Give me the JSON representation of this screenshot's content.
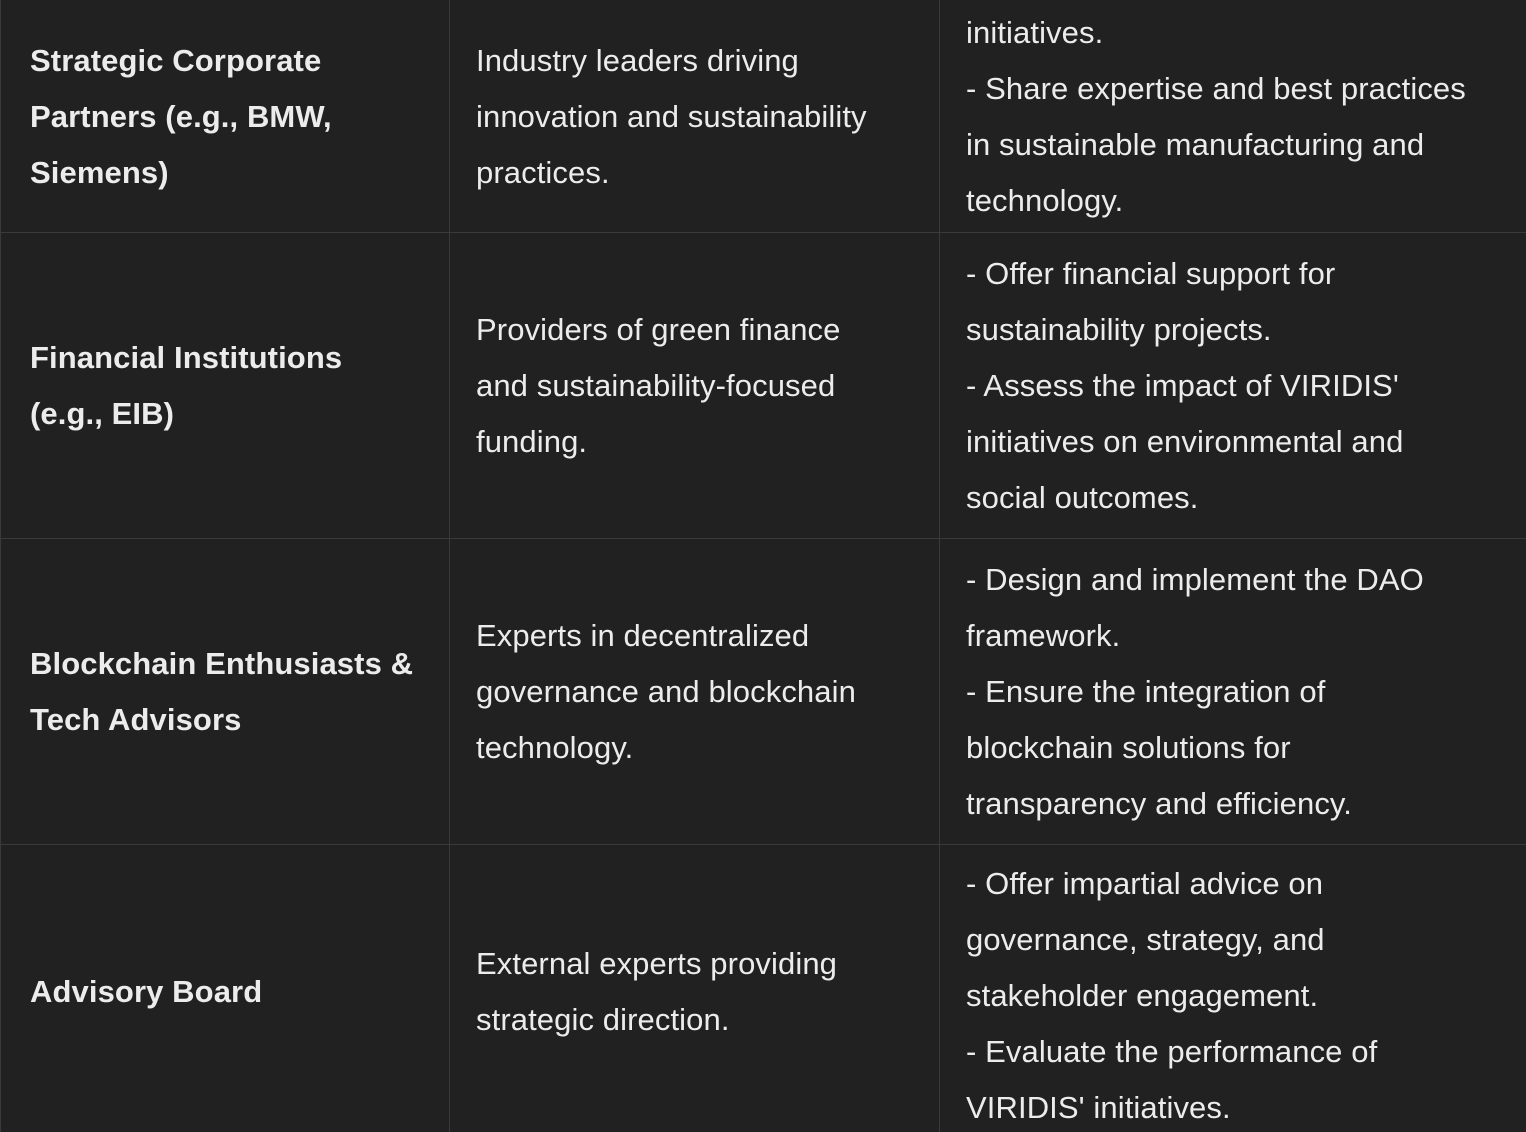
{
  "rows": [
    {
      "stakeholder": "Strategic Corporate Partners (e.g., BMW, Siemens)",
      "stakeholder_lines": [
        "Strategic Corporate",
        "Partners (e.g., BMW,",
        "Siemens)"
      ],
      "role": "Industry leaders driving innovation and sustainability practices.",
      "role_lines": [
        "Industry leaders driving",
        "innovation and sustainability",
        "practices."
      ],
      "responsibilities_lines": [
        "initiatives.",
        "- Share expertise and best practices",
        "in sustainable manufacturing and",
        "technology."
      ]
    },
    {
      "stakeholder": "Financial Institutions (e.g., EIB)",
      "stakeholder_lines": [
        "Financial Institutions",
        "(e.g., EIB)"
      ],
      "role": "Providers of green finance and sustainability-focused funding.",
      "role_lines": [
        "Providers of green finance",
        "and sustainability-focused",
        "funding."
      ],
      "responsibilities_lines": [
        "- Offer financial support for",
        "sustainability projects.",
        "- Assess the impact of VIRIDIS'",
        "initiatives on environmental and",
        "social outcomes."
      ]
    },
    {
      "stakeholder": "Blockchain Enthusiasts & Tech Advisors",
      "stakeholder_lines": [
        "Blockchain Enthusiasts &",
        "Tech Advisors"
      ],
      "role": "Experts in decentralized governance and blockchain technology.",
      "role_lines": [
        "Experts in decentralized",
        "governance and blockchain",
        "technology."
      ],
      "responsibilities_lines": [
        "- Design and implement the DAO",
        "framework.",
        "- Ensure the integration of",
        "blockchain solutions for",
        "transparency and efficiency."
      ]
    },
    {
      "stakeholder": "Advisory Board",
      "stakeholder_lines": [
        "Advisory Board"
      ],
      "role": "External experts providing strategic direction.",
      "role_lines": [
        "External experts providing",
        "strategic direction."
      ],
      "responsibilities_lines": [
        "- Offer impartial advice on",
        "governance, strategy, and",
        "stakeholder engagement.",
        "- Evaluate the performance of",
        "VIRIDIS' initiatives."
      ]
    }
  ]
}
